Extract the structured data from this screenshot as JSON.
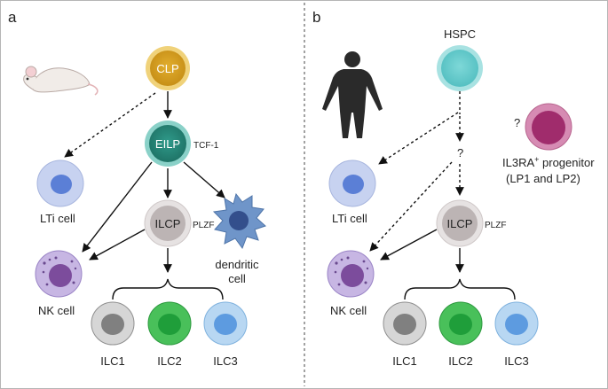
{
  "panels": {
    "a": "a",
    "b": "b"
  },
  "panel_a": {
    "top": "CLP",
    "eilp": "EILP",
    "eilp_marker": "TCF-1",
    "ilcp": "ILCP",
    "ilcp_marker": "PLZF",
    "lti": "LTi cell",
    "nk": "NK cell",
    "dc_line1": "dendritic",
    "dc_line2": "cell",
    "ilc1": "ILC1",
    "ilc2": "ILC2",
    "ilc3": "ILC3"
  },
  "panel_b": {
    "top": "HSPC",
    "question_mid": "?",
    "question_progenitor": "?",
    "progenitor_line1": "IL3RA",
    "progenitor_sup": "+",
    "progenitor_line1_rest": " progenitor",
    "progenitor_line2": "(LP1 and LP2)",
    "ilcp": "ILCP",
    "ilcp_marker": "PLZF",
    "lti": "LTi cell",
    "nk": "NK cell",
    "ilc1": "ILC1",
    "ilc2": "ILC2",
    "ilc3": "ILC3"
  },
  "colors": {
    "clp": "#d9a62a",
    "eilp": "#2e8f82",
    "hspc": "#72d0d0",
    "ilcp": "#c8c2c2",
    "lti": "#b7c6ea",
    "nk": "#8c6bb5",
    "ilc1": "#9e9e9e",
    "ilc2": "#2fb24a",
    "ilc3": "#9cc7ea",
    "dc": "#6a8fc0",
    "progenitor": "#a83a78"
  }
}
